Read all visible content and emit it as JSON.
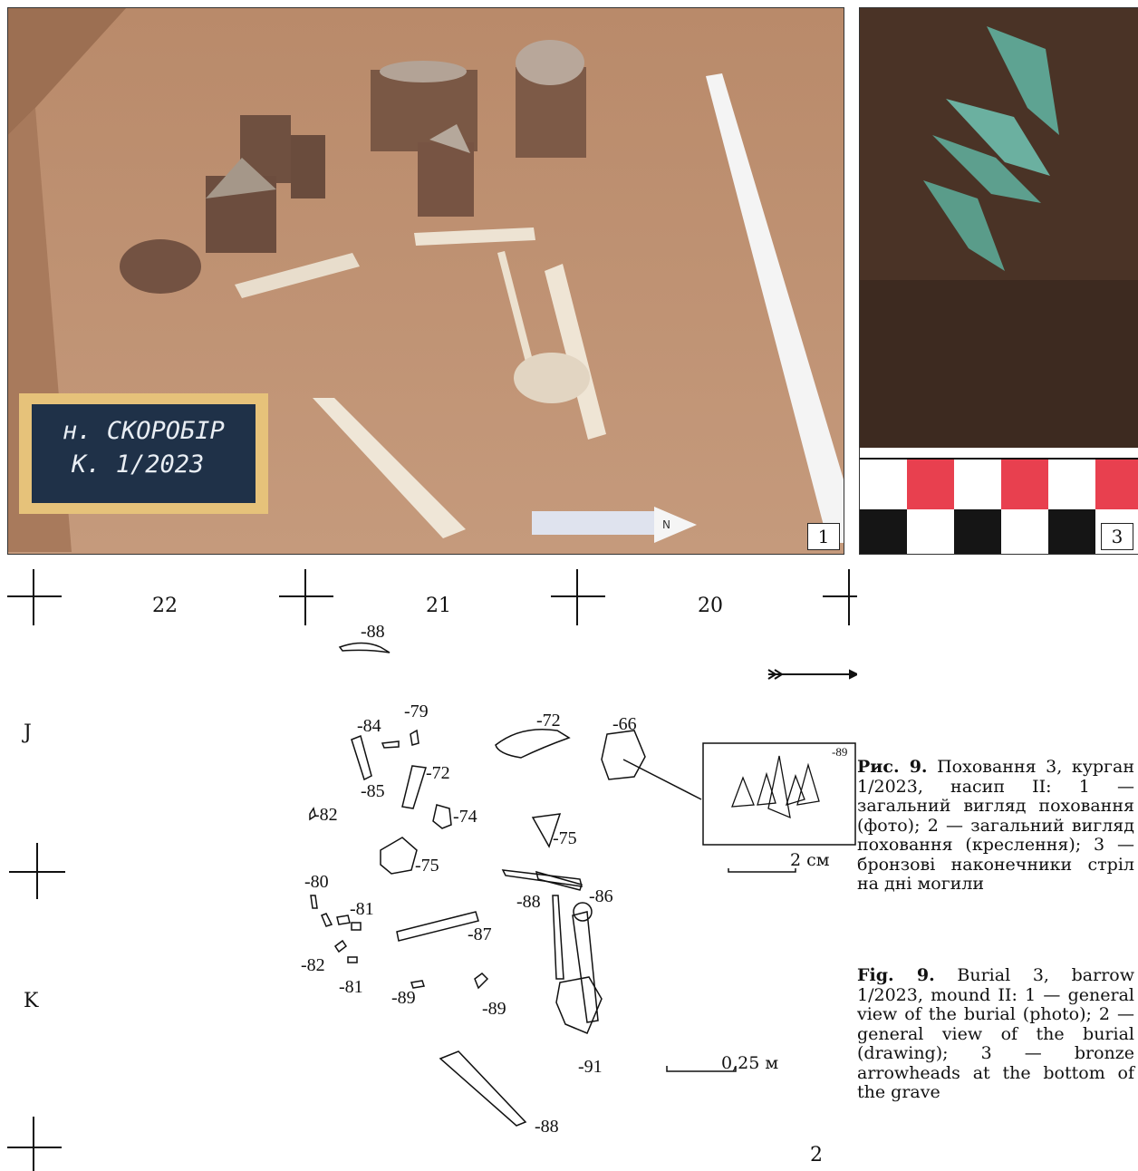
{
  "photo1": {
    "panel_number": "1",
    "slate_line1": "н. СКОРОБІР",
    "slate_line2": "К. 1/2023",
    "north_mark": "N"
  },
  "photo3": {
    "panel_number": "3"
  },
  "plan": {
    "panel_number": "2",
    "grid_columns": [
      "22",
      "21",
      "20"
    ],
    "grid_rows": [
      "J",
      "K"
    ],
    "depth_labels": [
      "-88",
      "-84",
      "-79",
      "-72",
      "-66",
      "-72",
      "-85",
      "-82",
      "-74",
      "-75",
      "-75",
      "-80",
      "-81",
      "-88",
      "-86",
      "-87",
      "-82",
      "-81",
      "-89",
      "-89",
      "-91",
      "-88",
      "-89"
    ],
    "inset_scale": "2 см",
    "plan_scale": "0,25 м"
  },
  "caption": {
    "ua_label": "Рис. 9.",
    "ua_text": "Поховання 3, курган 1/2023, насип II: 1 — загальний вигляд поховання (фото); 2 — загальний вигляд поховання (креслення); 3 — бронзові наконечники стріл на дні могили",
    "en_label": "Fig. 9.",
    "en_text": "Burial 3, barrow 1/2023, mound II: 1 — general view of the burial (photo); 2 — general view of the burial (drawing); 3 — bronze arrowheads at the bottom of the grave"
  }
}
